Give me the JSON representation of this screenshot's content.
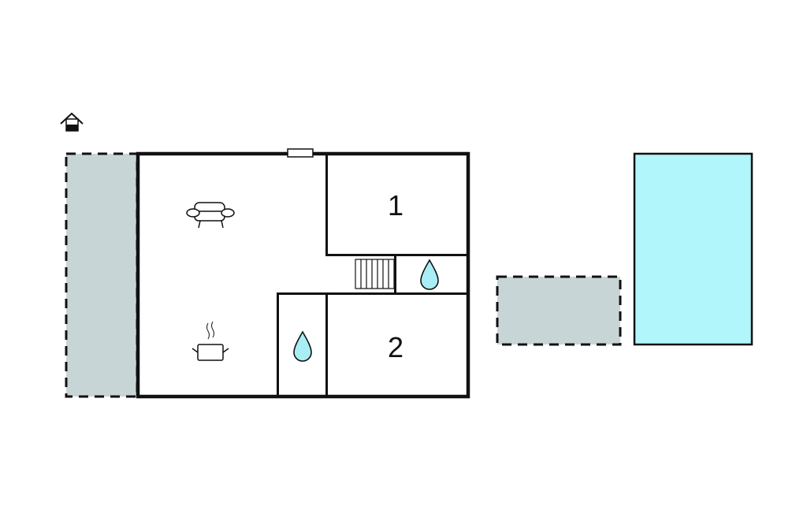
{
  "rooms": [
    {
      "label": "1",
      "type": "bedroom"
    },
    {
      "label": "2",
      "type": "bedroom"
    }
  ],
  "icons": [
    "entrance-icon",
    "sofa-icon",
    "cooking-pot-icon",
    "water-drop-icon",
    "stairs-icon",
    "window-icon"
  ],
  "colors": {
    "terrace": "#c8d5d6",
    "pool": "#b0f6fb",
    "water_drop": "#a8eef4",
    "wall": "#111111"
  }
}
